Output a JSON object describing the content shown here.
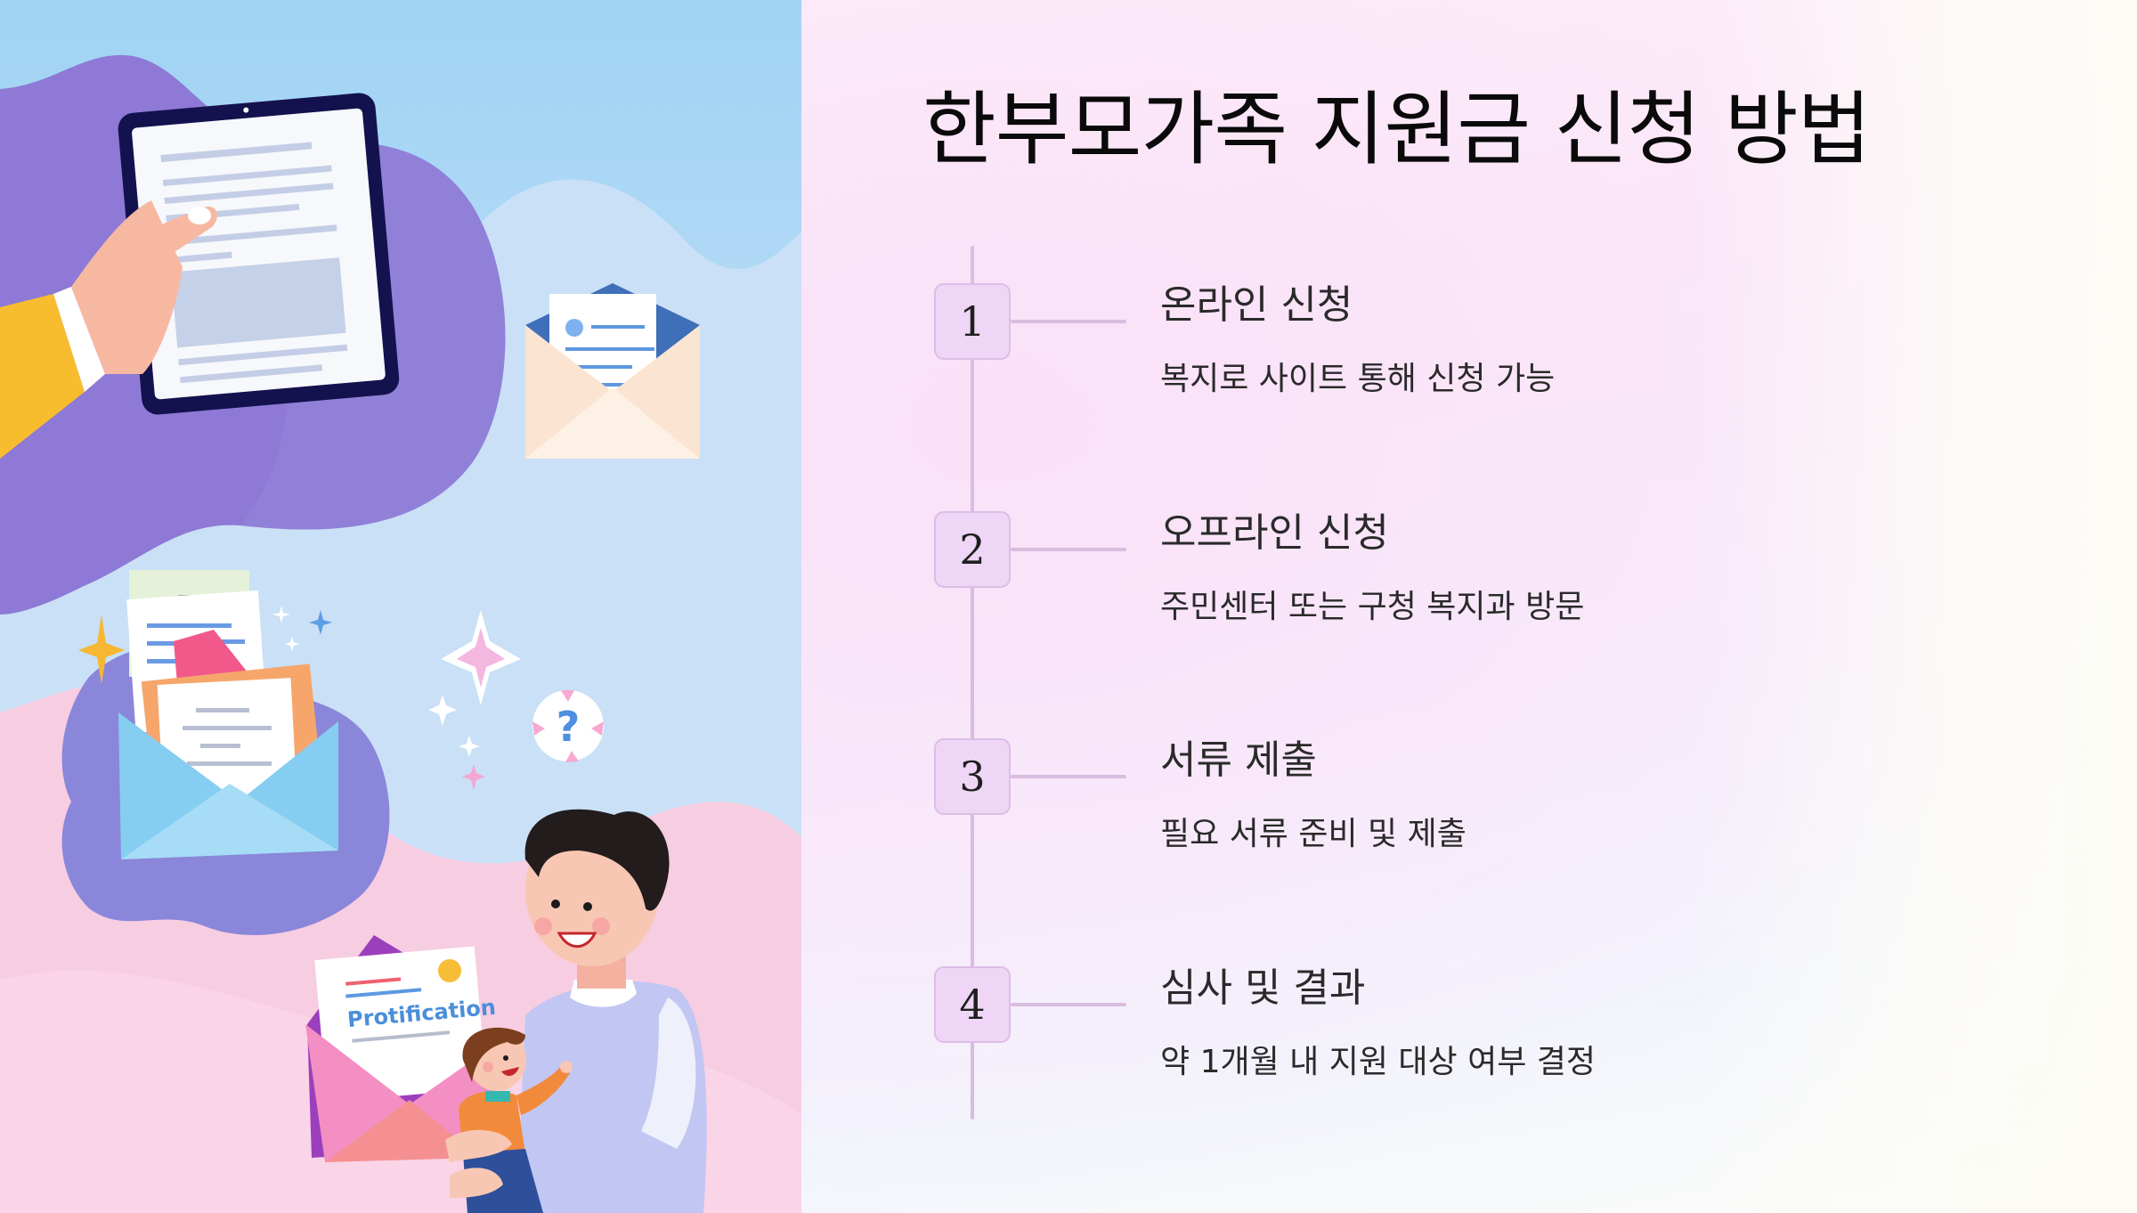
{
  "slide": {
    "title": "한부모가족 지원금 신청 방법",
    "steps": [
      {
        "number": "1",
        "heading": "온라인 신청",
        "description": "복지로 사이트 통해 신청 가능"
      },
      {
        "number": "2",
        "heading": "오프라인 신청",
        "description": "주민센터 또는 구청 복지과 방문"
      },
      {
        "number": "3",
        "heading": "서류 제출",
        "description": "필요 서류 준비 및 제출"
      },
      {
        "number": "4",
        "heading": "심사 및 결과",
        "description": "약 1개월 내 지원 대상 여부 결정"
      }
    ]
  },
  "illustration": {
    "letter_text": "Protification",
    "question_mark": "?",
    "icons": [
      "tablet-icon",
      "envelope-icon",
      "open-envelope-icon",
      "sparkle-icon",
      "question-bubble-icon",
      "parent-with-child-figure",
      "notification-letter-icon"
    ]
  },
  "colors": {
    "accent_box": "#efd6f6",
    "accent_line": "#d8bde0",
    "title_text": "#0a0a0a",
    "body_text": "#2a2a2a",
    "blob_purple": "#8f7fd8",
    "sky_blue": "#9fd3f4",
    "pink": "#f6c3dc"
  }
}
